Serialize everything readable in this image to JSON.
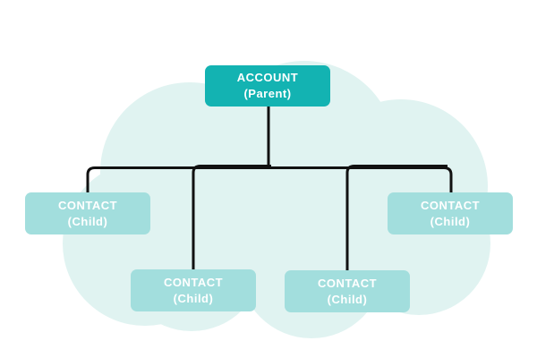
{
  "diagram": {
    "type": "hierarchy",
    "parent": {
      "line1": "ACCOUNT",
      "line2": "(Parent)"
    },
    "children": [
      {
        "line1": "CONTACT",
        "line2": "(Child)"
      },
      {
        "line1": "CONTACT",
        "line2": "(Child)"
      },
      {
        "line1": "CONTACT",
        "line2": "(Child)"
      },
      {
        "line1": "CONTACT",
        "line2": "(Child)"
      }
    ],
    "colors": {
      "parent_box": "#13b3b2",
      "child_box": "#a2dedd",
      "cloud": "#e0f3f1",
      "connector": "#111111",
      "text": "#ffffff",
      "background": "#ffffff"
    }
  }
}
